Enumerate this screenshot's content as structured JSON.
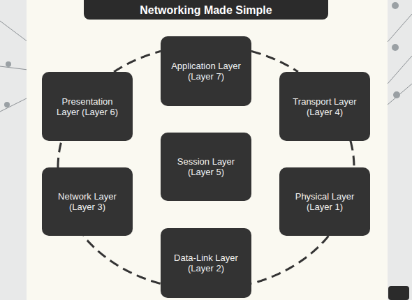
{
  "diagram": {
    "title": "Networking Made Simple",
    "nodes": [
      {
        "text": [
          "Application Layer (Layer 7)"
        ]
      },
      {
        "text": [
          "Presentation Layer (Layer 6)"
        ]
      },
      {
        "text": [
          "Transport Layer (Layer 4)"
        ]
      },
      {
        "text": [
          "Session Layer (Layer 5)"
        ]
      },
      {
        "text": [
          "Network Layer (Layer 3)"
        ]
      },
      {
        "text": [
          "Physical Layer (Layer 1)"
        ]
      },
      {
        "text": [
          "Data-Link Layer (Layer 2)"
        ]
      }
    ],
    "edges": [
      {
        "from": 0,
        "to": 2,
        "arrow": "none"
      },
      {
        "from": 2,
        "to": 5,
        "arrow": "none"
      },
      {
        "from": 5,
        "to": 6,
        "arrow": "none"
      },
      {
        "from": 6,
        "to": 4,
        "arrow": "none"
      },
      {
        "from": 4,
        "to": 1,
        "arrow": "none"
      },
      {
        "from": 1,
        "to": 0,
        "arrow": "none"
      }
    ]
  }
}
